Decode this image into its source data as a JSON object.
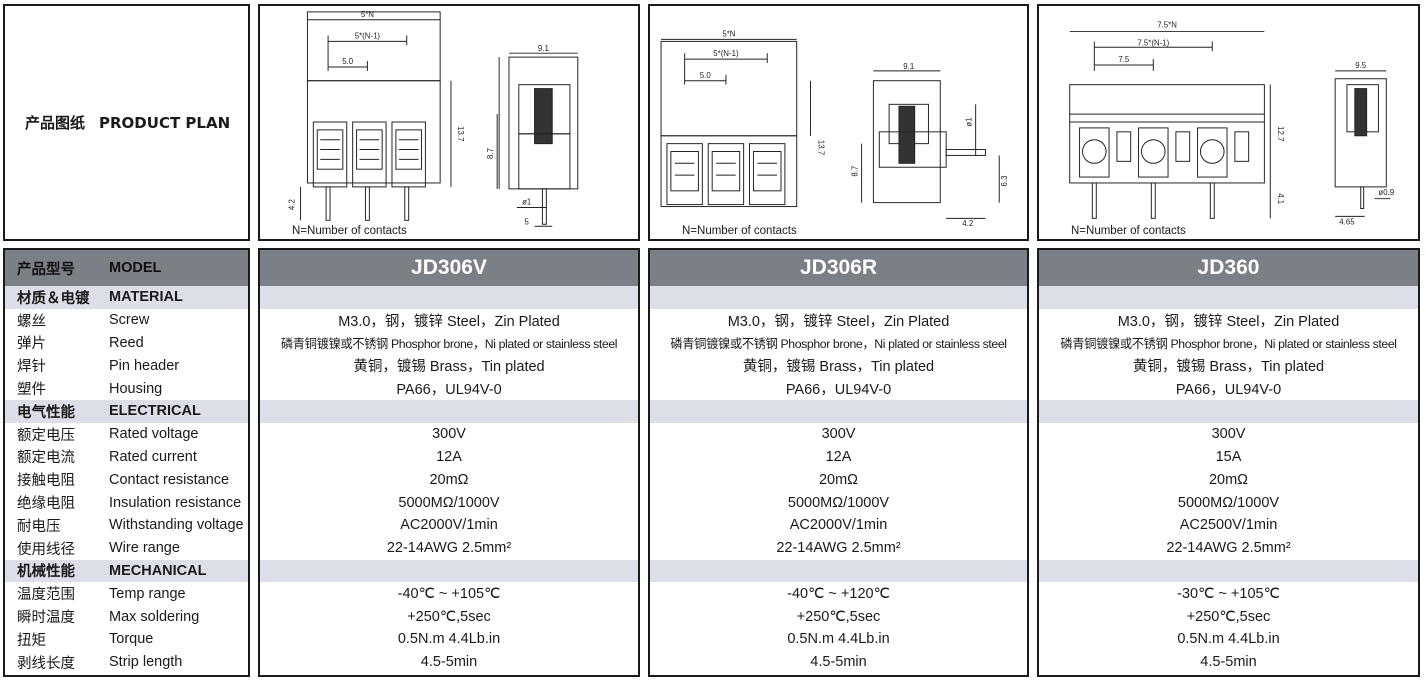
{
  "plan": {
    "cn": "产品图纸",
    "en": "PRODUCT PLAN"
  },
  "drawings": [
    {
      "caption": "N=Number of contacts",
      "dims": [
        "5*N",
        "5*(N-1)",
        "5.0",
        "13.7",
        "4.2",
        "9.1",
        "8.7",
        "ø1",
        "5"
      ]
    },
    {
      "caption": "N=Number of contacts",
      "dims": [
        "5*N",
        "5*(N-1)",
        "5.0",
        "13.7",
        "9.1",
        "8.7",
        "ø1",
        "6.3",
        "4.2"
      ]
    },
    {
      "caption": "N=Number of contacts",
      "dims": [
        "7.5*N",
        "7.5*(N-1)",
        "7.5",
        "12.7",
        "4.1",
        "9.5",
        "ø0.9",
        "4.65"
      ]
    }
  ],
  "labels": {
    "header": {
      "cn": "产品型号",
      "en": "MODEL"
    },
    "rows": [
      {
        "cn": "材质＆电镀",
        "en": "MATERIAL",
        "section": true
      },
      {
        "cn": "螺丝",
        "en": "Screw"
      },
      {
        "cn": "弹片",
        "en": "Reed"
      },
      {
        "cn": "焊针",
        "en": "Pin header"
      },
      {
        "cn": "塑件",
        "en": "Housing"
      },
      {
        "cn": "电气性能",
        "en": "ELECTRICAL",
        "section": true
      },
      {
        "cn": "额定电压",
        "en": "Rated voltage"
      },
      {
        "cn": "额定电流",
        "en": "Rated current"
      },
      {
        "cn": "接触电阻",
        "en": "Contact resistance"
      },
      {
        "cn": "绝缘电阻",
        "en": "Insulation resistance"
      },
      {
        "cn": "耐电压",
        "en": "Withstanding voltage"
      },
      {
        "cn": "使用线径",
        "en": "Wire range"
      },
      {
        "cn": "机械性能",
        "en": "MECHANICAL",
        "section": true
      },
      {
        "cn": "温度范围",
        "en": "Temp range"
      },
      {
        "cn": "瞬时温度",
        "en": "Max soldering"
      },
      {
        "cn": "扭矩",
        "en": "Torque"
      },
      {
        "cn": "剥线长度",
        "en": "Strip length"
      }
    ]
  },
  "models": [
    {
      "name": "JD306V",
      "values": [
        "",
        "M3.0，钢，镀锌 Steel，Zin Plated",
        "磷青铜镀镍或不锈钢 Phosphor brone，Ni plated or stainless steel",
        "黄铜，镀锡 Brass，Tin plated",
        "PA66，UL94V-0",
        "",
        "300V",
        "12A",
        "20mΩ",
        "5000MΩ/1000V",
        "AC2000V/1min",
        "22-14AWG 2.5mm²",
        "",
        "-40℃ ~ +105℃",
        "+250℃,5sec",
        "0.5N.m 4.4Lb.in",
        "4.5-5min"
      ]
    },
    {
      "name": "JD306R",
      "values": [
        "",
        "M3.0，钢，镀锌 Steel，Zin Plated",
        "磷青铜镀镍或不锈钢 Phosphor brone，Ni plated or stainless steel",
        "黄铜，镀锡 Brass，Tin plated",
        "PA66，UL94V-0",
        "",
        "300V",
        "12A",
        "20mΩ",
        "5000MΩ/1000V",
        "AC2000V/1min",
        "22-14AWG 2.5mm²",
        "",
        "-40℃ ~ +120℃",
        "+250℃,5sec",
        "0.5N.m 4.4Lb.in",
        "4.5-5min"
      ]
    },
    {
      "name": "JD360",
      "values": [
        "",
        "M3.0，钢，镀锌 Steel，Zin Plated",
        "磷青铜镀镍或不锈钢 Phosphor brone，Ni plated or stainless steel",
        "黄铜，镀锡 Brass，Tin plated",
        "PA66，UL94V-0",
        "",
        "300V",
        "15A",
        "20mΩ",
        "5000MΩ/1000V",
        "AC2500V/1min",
        "22-14AWG 2.5mm²",
        "",
        "-30℃ ~ +105℃",
        "+250℃,5sec",
        "0.5N.m 4.4Lb.in",
        "4.5-5min"
      ]
    }
  ],
  "colors": {
    "header_bg": "#7b7f86",
    "section_bg": "#dcdfe8",
    "border": "#1a1a1a"
  }
}
